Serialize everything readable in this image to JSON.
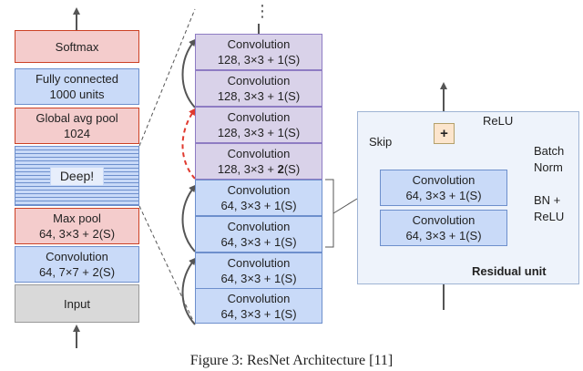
{
  "left_stack": {
    "softmax": "Softmax",
    "fc_line1": "Fully connected",
    "fc_line2": "1000 units",
    "gap_line1": "Global avg pool",
    "gap_line2": "1024",
    "deep": "Deep!",
    "maxpool_line1": "Max pool",
    "maxpool_line2": "64, 3×3 + 2(S)",
    "conv_line1": "Convolution",
    "conv_line2": "64, 7×7 + 2(S)",
    "input": "Input"
  },
  "middle_stack": {
    "dots": "⋮",
    "boxes": [
      {
        "line1": "Convolution",
        "line2_pre": "128, 3×3 + ",
        "line2_bold": "",
        "line2_post": "1(S)"
      },
      {
        "line1": "Convolution",
        "line2_pre": "128, 3×3 + ",
        "line2_bold": "",
        "line2_post": "1(S)"
      },
      {
        "line1": "Convolution",
        "line2_pre": "128, 3×3 + ",
        "line2_bold": "",
        "line2_post": "1(S)"
      },
      {
        "line1": "Convolution",
        "line2_pre": "128, 3×3 + ",
        "line2_bold": "2",
        "line2_post": "(S)"
      },
      {
        "line1": "Convolution",
        "line2_pre": "64, 3×3 + ",
        "line2_bold": "",
        "line2_post": "1(S)"
      },
      {
        "line1": "Convolution",
        "line2_pre": "64, 3×3 + ",
        "line2_bold": "",
        "line2_post": "1(S)"
      },
      {
        "line1": "Convolution",
        "line2_pre": "64, 3×3 + ",
        "line2_bold": "",
        "line2_post": "1(S)"
      },
      {
        "line1": "Convolution",
        "line2_pre": "64, 3×3 + ",
        "line2_bold": "",
        "line2_post": "1(S)"
      }
    ]
  },
  "residual_unit": {
    "title": "Residual unit",
    "skip": "Skip",
    "relu": "ReLU",
    "plus": "+",
    "batch_norm_line1": "Batch",
    "batch_norm_line2": "Norm",
    "bn_relu_line1": "BN +",
    "bn_relu_line2": "ReLU",
    "conv_top_line1": "Convolution",
    "conv_top_line2": "64, 3×3 + 1(S)",
    "conv_bottom_line1": "Convolution",
    "conv_bottom_line2": "64, 3×3 + 1(S)"
  },
  "caption": "Figure 3: ResNet Architecture [11]",
  "colors": {
    "blue_fill": "#c9daf8",
    "red_fill": "#f4cccc",
    "purple_fill": "#d9d2e9",
    "gray_fill": "#d9d9d9",
    "skip_dashed": "#e03a2f",
    "arrow": "#555555"
  }
}
